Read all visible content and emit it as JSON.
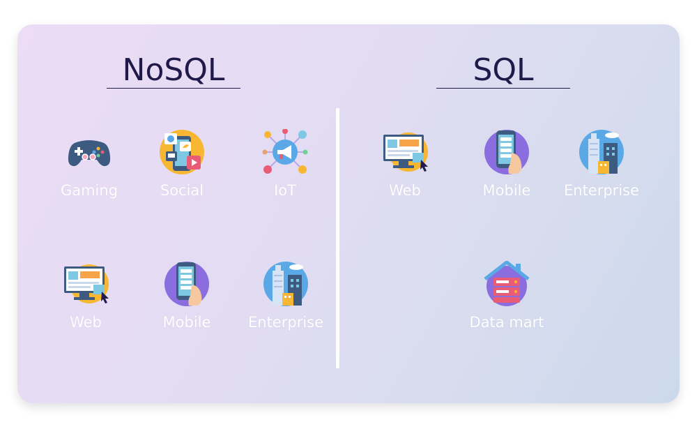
{
  "nosql": {
    "title": "NoSQL",
    "items": [
      {
        "label": "Gaming",
        "icon": "gamepad-icon"
      },
      {
        "label": "Social",
        "icon": "social-apps-icon"
      },
      {
        "label": "IoT",
        "icon": "iot-megaphone-icon"
      },
      {
        "label": "Web",
        "icon": "web-monitor-icon"
      },
      {
        "label": "Mobile",
        "icon": "mobile-phone-icon"
      },
      {
        "label": "Enterprise",
        "icon": "enterprise-building-icon"
      }
    ]
  },
  "sql": {
    "title": "SQL",
    "items": [
      {
        "label": "Web",
        "icon": "web-monitor-icon"
      },
      {
        "label": "Mobile",
        "icon": "mobile-phone-icon"
      },
      {
        "label": "Enterprise",
        "icon": "enterprise-building-icon"
      },
      {
        "label": "Data mart",
        "icon": "data-mart-icon"
      }
    ]
  },
  "colors": {
    "title": "#1f1a4a",
    "label": "#ffffff",
    "accent_orange": "#f7b733",
    "accent_purple": "#8a6ee0",
    "accent_blue": "#5aa9e6"
  }
}
